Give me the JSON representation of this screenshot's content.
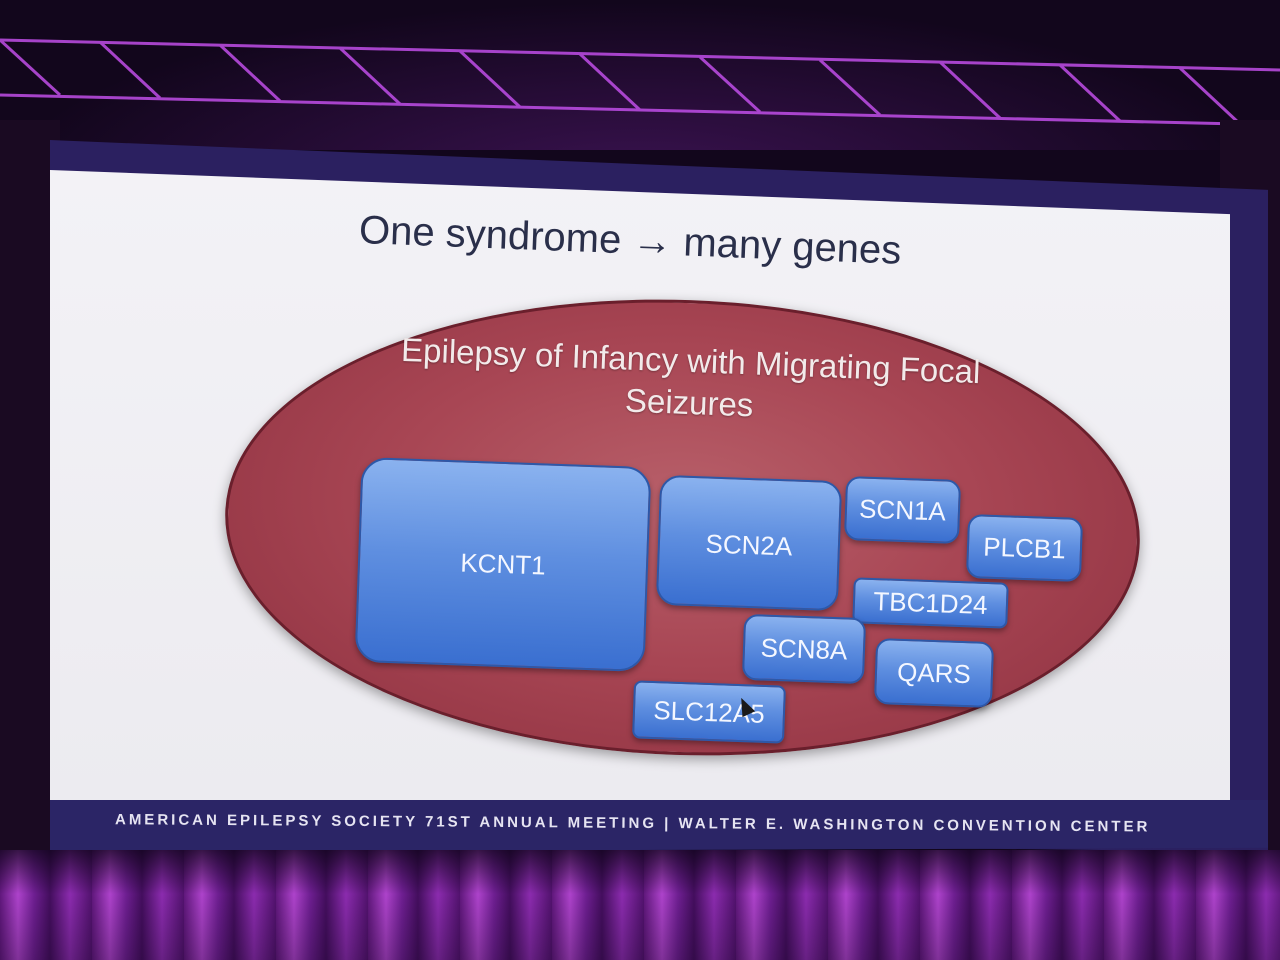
{
  "slide": {
    "title": "One syndrome → many genes",
    "syndrome": "Epilepsy of Infancy with Migrating Focal Seizures",
    "genes": [
      {
        "id": "kcnt1",
        "label": "KCNT1"
      },
      {
        "id": "scn2a",
        "label": "SCN2A"
      },
      {
        "id": "scn1a",
        "label": "SCN1A"
      },
      {
        "id": "plcb1",
        "label": "PLCB1"
      },
      {
        "id": "tbc1d24",
        "label": "TBC1D24"
      },
      {
        "id": "scn8a",
        "label": "SCN8A"
      },
      {
        "id": "qars",
        "label": "QARS"
      },
      {
        "id": "slc12a5",
        "label": "SLC12A5"
      }
    ]
  },
  "footer": {
    "text": "AMERICAN EPILEPSY SOCIETY 71ST ANNUAL MEETING | WALTER E. WASHINGTON CONVENTION CENTER"
  },
  "colors": {
    "gene_box": "#5f8fe0",
    "ellipse": "#a84654",
    "footer_bar": "#2b2566"
  },
  "icons": {
    "cursor": "arrow-cursor-icon"
  }
}
